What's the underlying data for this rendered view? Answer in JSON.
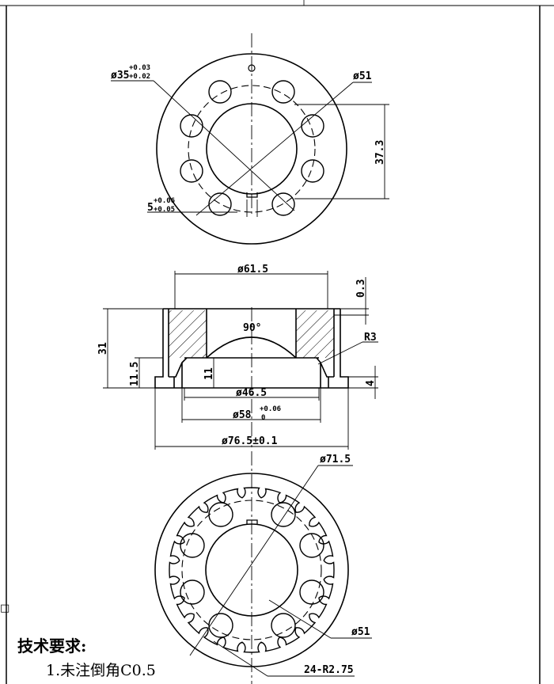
{
  "top_view": {
    "bore": "ø35",
    "bore_tol_upper": "+0.03",
    "bore_tol_lower": "+0.02",
    "hole_circle": "ø51",
    "keyway_depth": "37.3",
    "keyway_width": "5",
    "keyway_tol_upper": "+0.06",
    "keyway_tol_lower": "+0.05"
  },
  "section_view": {
    "top_diameter": "ø61.5",
    "step_height": "0.3",
    "cone_angle": "90°",
    "fillet": "R3",
    "total_height": "31",
    "shoulder_height": "11.5",
    "inner_height": "11",
    "flange_height": "4",
    "recess_diameter": "ø46.5",
    "seat_diameter": "ø58",
    "seat_tol_upper": "+0.06",
    "seat_tol_lower": "0",
    "outer_diameter": "ø76.5±0.1"
  },
  "bottom_view": {
    "outer_circle": "ø71.5",
    "hole_circle": "ø51",
    "teeth": "24-R2.75"
  },
  "requirements": {
    "title": "技术要求:",
    "item1": "1.未注倒角C0.5"
  }
}
